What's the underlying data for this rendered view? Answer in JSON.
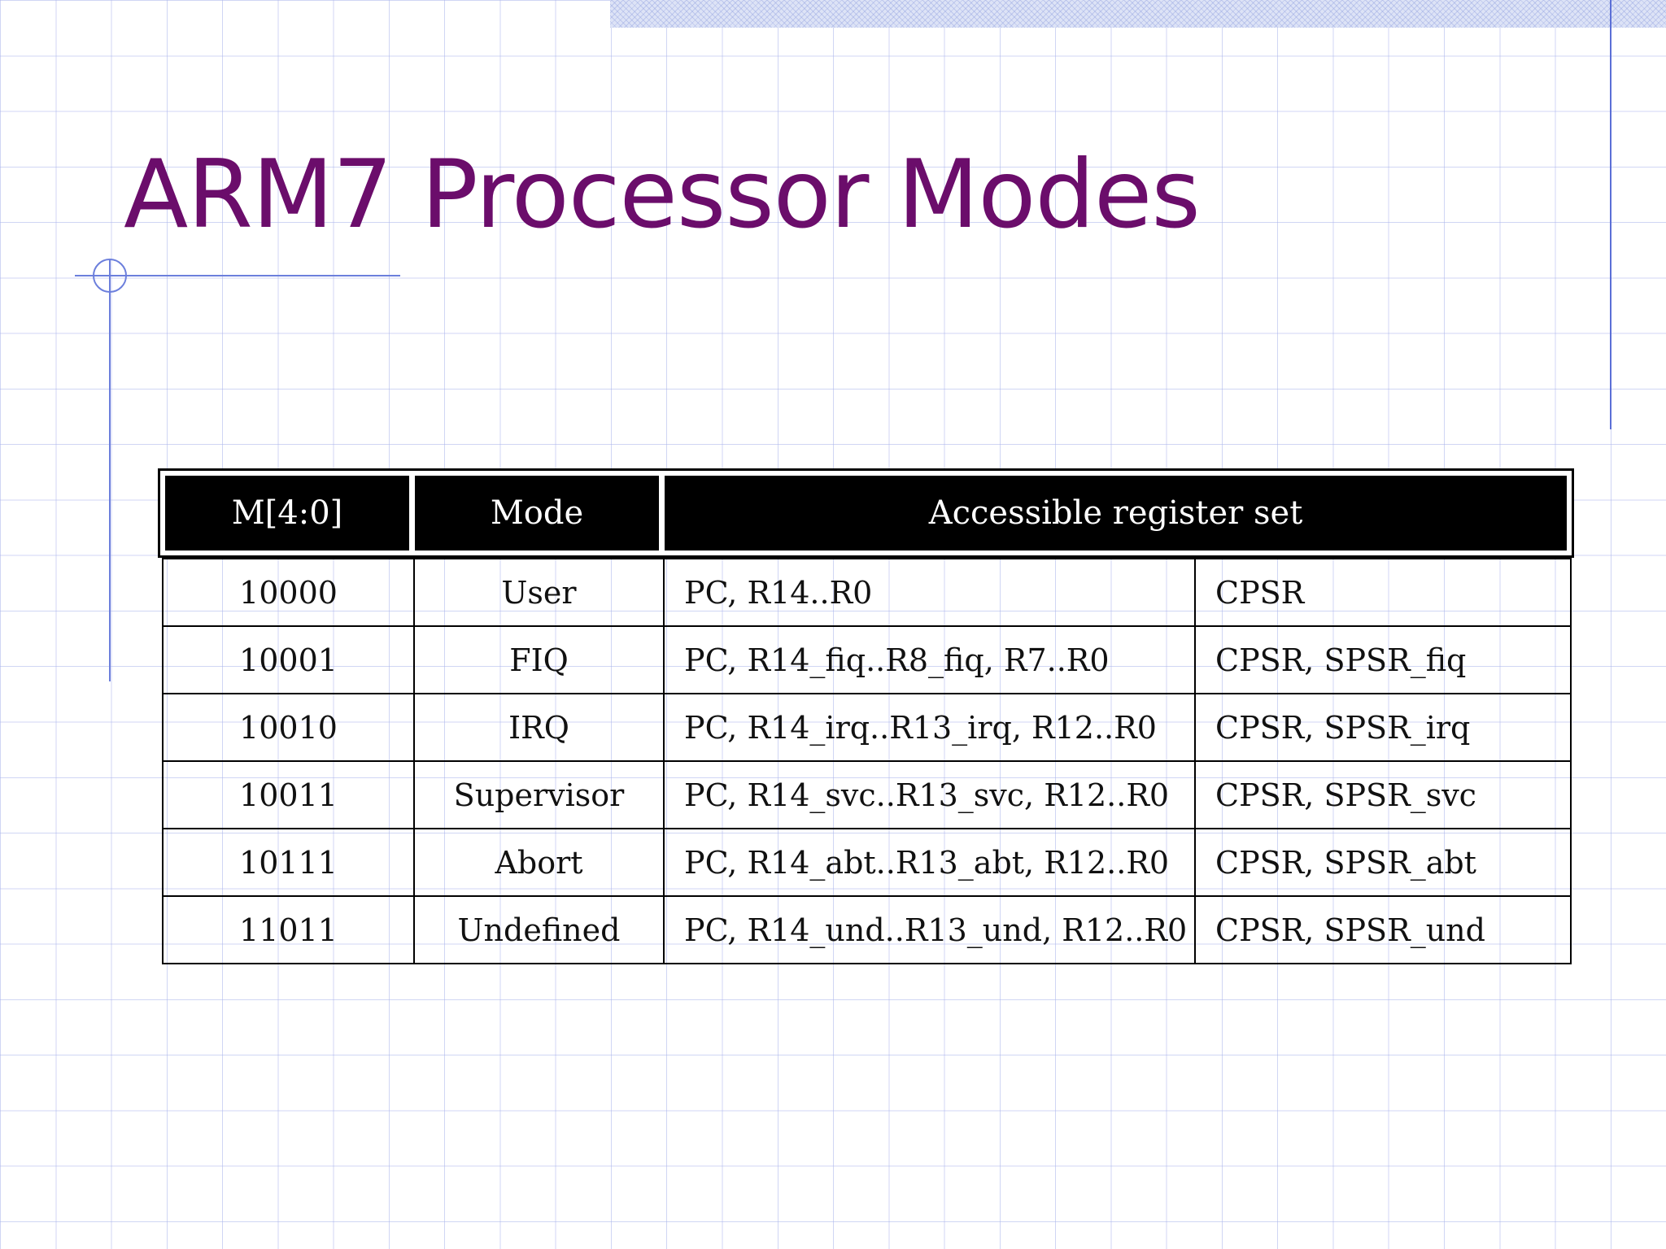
{
  "slide": {
    "title": "ARM7 Processor Modes"
  },
  "table": {
    "headers": {
      "mbits": "M[4:0]",
      "mode": "Mode",
      "regs": "Accessible register set"
    },
    "rows": [
      {
        "mbits": "10000",
        "mode": "User",
        "regs": "PC, R14..R0",
        "status": "CPSR"
      },
      {
        "mbits": "10001",
        "mode": "FIQ",
        "regs": "PC, R14_fiq..R8_fiq, R7..R0",
        "status": "CPSR, SPSR_fiq"
      },
      {
        "mbits": "10010",
        "mode": "IRQ",
        "regs": "PC, R14_irq..R13_irq, R12..R0",
        "status": "CPSR, SPSR_irq"
      },
      {
        "mbits": "10011",
        "mode": "Supervisor",
        "regs": "PC, R14_svc..R13_svc, R12..R0",
        "status": "CPSR, SPSR_svc"
      },
      {
        "mbits": "10111",
        "mode": "Abort",
        "regs": "PC, R14_abt..R13_abt, R12..R0",
        "status": "CPSR, SPSR_abt"
      },
      {
        "mbits": "11011",
        "mode": "Undefined",
        "regs": "PC, R14_und..R13_und, R12..R0",
        "status": "CPSR, SPSR_und"
      }
    ]
  },
  "colors": {
    "title": "#6b0d6b",
    "accent_lines": "#6c7fdc",
    "grid": "#aab4eb",
    "header_bg": "#000000",
    "header_text": "#ffffff"
  }
}
